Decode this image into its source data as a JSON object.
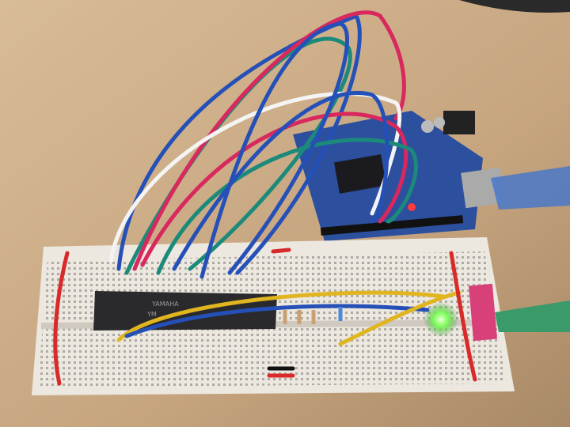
{
  "photo": {
    "subject": "breadboard-circuit",
    "chip": {
      "line1": "YAMAHA",
      "line2": "YM"
    },
    "colors": {
      "table": "#c9ab86",
      "breadboard": "#ece7df",
      "arduino": "#2c4f9e",
      "chip": "#2a2a2c",
      "led": "#7dff5a",
      "usb": "#4a78c8"
    }
  }
}
